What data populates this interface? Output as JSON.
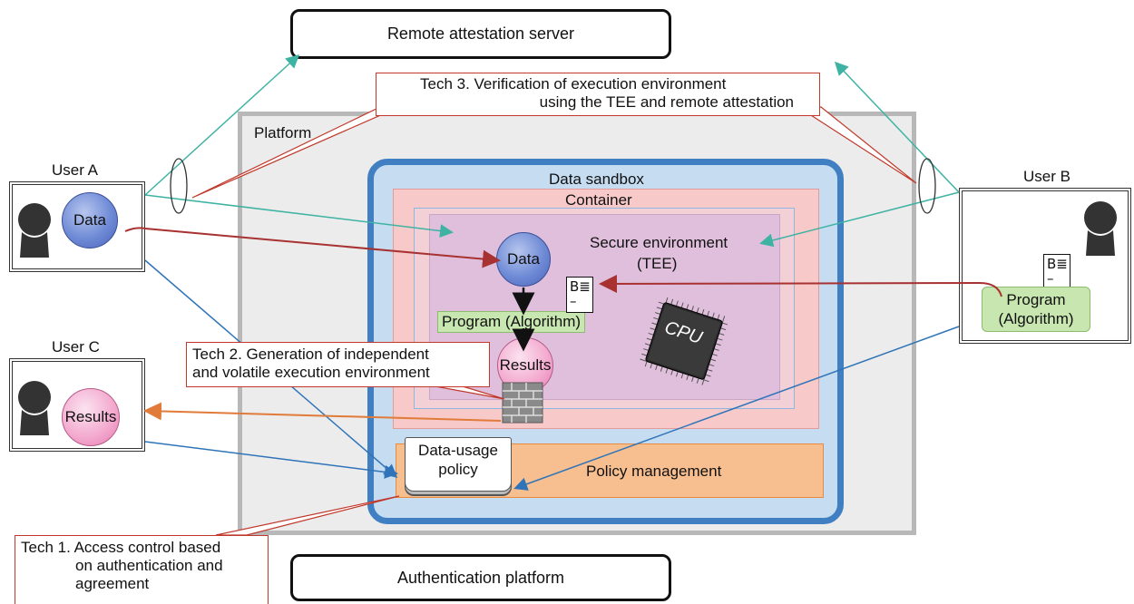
{
  "servers": {
    "remote_attestation": "Remote attestation server",
    "authentication": "Authentication platform"
  },
  "platform": {
    "label": "Platform"
  },
  "sandbox": {
    "label": "Data sandbox",
    "container_label": "Container",
    "tee_label_line1": "Secure environment",
    "tee_label_line2": "(TEE)",
    "data_label": "Data",
    "program_label": "Program (Algorithm)",
    "results_label": "Results",
    "doc_icon": "B≣\n–",
    "cpu_label": "CPU"
  },
  "policy": {
    "doc_line1": "Data-usage",
    "doc_line2": "policy",
    "management_label": "Policy management"
  },
  "users": {
    "a": {
      "label": "User A",
      "data_label": "Data"
    },
    "b": {
      "label": "User B",
      "program_line1": "Program",
      "program_line2": "(Algorithm)",
      "doc_icon": "B≣\n–"
    },
    "c": {
      "label": "User C",
      "results_label": "Results"
    }
  },
  "callouts": {
    "tech1_line1": "Tech 1. Access control based",
    "tech1_line2": "on authentication and",
    "tech1_line3": "agreement",
    "tech2_line1": "Tech 2. Generation of independent",
    "tech2_line2": "and volatile execution environment",
    "tech3_line1": "Tech 3. Verification of execution environment",
    "tech3_line2": "using the TEE and remote attestation"
  },
  "colors": {
    "teal_arrow": "#3fb3a3",
    "blue_arrow": "#2f74b8",
    "red_arrow": "#a83232",
    "orange_arrow": "#e07b3a",
    "callout_border": "#c0392b"
  }
}
